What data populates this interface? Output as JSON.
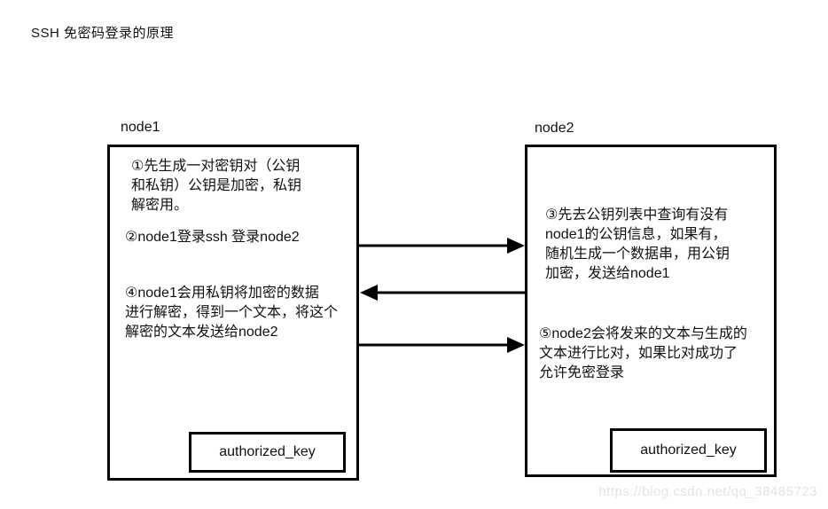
{
  "title": "SSH 免密码登录的原理",
  "watermark": "https://blog.csdn.net/qq_38485723",
  "node1": {
    "label": "node1",
    "steps": [
      {
        "lines": [
          "①先生成一对密钥对（公钥",
          "和私钥）公钥是加密，私钥",
          "解密用。"
        ]
      },
      {
        "lines": [
          "②node1登录ssh 登录node2"
        ]
      },
      {
        "lines": [
          "④node1会用私钥将加密的数据",
          "进行解密，得到一个文本，将这个",
          "解密的文本发送给node2"
        ]
      }
    ],
    "file_box": "authorized_key"
  },
  "node2": {
    "label": "node2",
    "steps": [
      {
        "lines": [
          "③先去公钥列表中查询有没有",
          "node1的公钥信息，如果有，",
          "随机生成一个数据串，用公钥",
          "加密，发送给node1"
        ]
      },
      {
        "lines": [
          "⑤node2会将发来的文本与生成的",
          "文本进行比对，如果比对成功了",
          "允许免密登录"
        ]
      }
    ],
    "file_box": "authorized_key"
  },
  "arrows": [
    {
      "from": "node1",
      "to": "node2",
      "direction": "right"
    },
    {
      "from": "node2",
      "to": "node1",
      "direction": "left"
    },
    {
      "from": "node1",
      "to": "node2",
      "direction": "right"
    }
  ],
  "colors": {
    "line": "#000000",
    "text": "#111111",
    "watermark": "#e4e4e4"
  }
}
